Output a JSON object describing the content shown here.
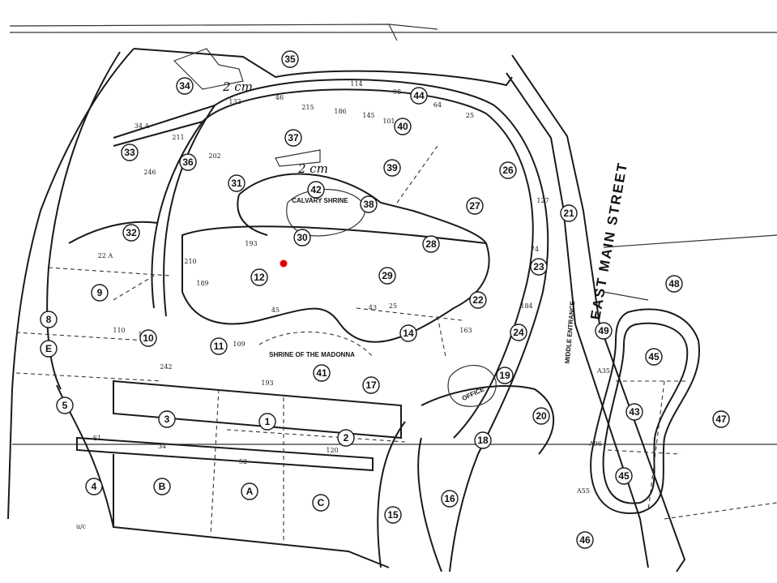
{
  "labels": {
    "street": "EAST MAIN STREET",
    "middle_entrance": "MIDDLE ENTRANCE",
    "calvary_shrine": "CALVARY SHRINE",
    "madonna_shrine": "SHRINE OF THE MADONNA",
    "office": "OFFICE",
    "note_34": "2 cm",
    "note_37": "2 cm"
  },
  "sections": [
    "35",
    "34",
    "44",
    "40",
    "37",
    "33",
    "36",
    "31",
    "39",
    "26",
    "42",
    "38",
    "27",
    "32",
    "30",
    "28",
    "21",
    "12",
    "29",
    "23",
    "9",
    "22",
    "8",
    "10",
    "11",
    "14",
    "24",
    "E",
    "41",
    "17",
    "19",
    "5",
    "3",
    "1",
    "2",
    "18",
    "20",
    "4",
    "B",
    "A",
    "C",
    "16",
    "15",
    "48",
    "49",
    "45",
    "43",
    "45",
    "47",
    "46"
  ],
  "marker": {
    "color": "#e00000"
  },
  "line_color": "#1a1a1a"
}
